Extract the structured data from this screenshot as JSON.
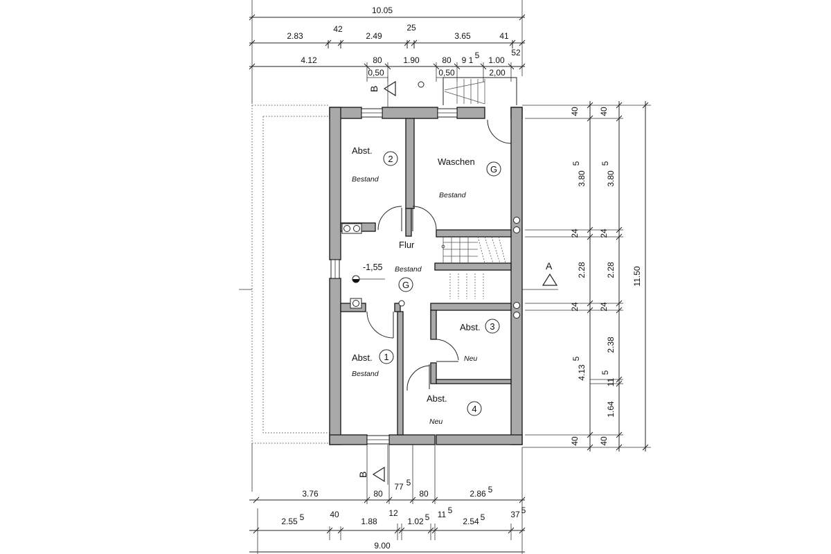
{
  "dimensions": {
    "top_overall": "10.05",
    "top_row1": [
      "2.83",
      "42",
      "2.49",
      "25",
      "3.65",
      "41"
    ],
    "top_row2": [
      "4.12",
      "80",
      "1.90",
      "80",
      "9 1",
      "5",
      "1.00",
      "52"
    ],
    "top_sub": [
      "0,50",
      "0,50",
      "2,00"
    ],
    "bottom_row1": [
      "3.76",
      "80",
      "77",
      "5",
      "80",
      "2.86",
      "5"
    ],
    "bottom_row2": [
      "2.55",
      "5",
      "40",
      "1.88",
      "12",
      "1.02",
      "5",
      "11",
      "5",
      "2.54",
      "5",
      "37",
      "5"
    ],
    "bottom_overall": "9.00",
    "right_inner": [
      "40",
      "3.80",
      "5",
      "24",
      "2.28",
      "24",
      "4.13",
      "5",
      "40"
    ],
    "right_middle": [
      "40",
      "3.80",
      "5",
      "24",
      "2.28",
      "24",
      "2.38",
      "11",
      "5",
      "1.64",
      "40"
    ],
    "right_overall": "11.50"
  },
  "rooms": {
    "abst2": {
      "name": "Abst.",
      "number": "2",
      "status": "Bestand"
    },
    "waschen": {
      "name": "Waschen",
      "number": "G",
      "status": "Bestand"
    },
    "flur": {
      "name": "Flur",
      "number": "G",
      "status": "Bestand",
      "level": "-1,55"
    },
    "abst3": {
      "name": "Abst.",
      "number": "3",
      "status": "Neu"
    },
    "abst1": {
      "name": "Abst.",
      "number": "1",
      "status": "Bestand"
    },
    "abst4": {
      "name": "Abst.",
      "number": "4",
      "status": "Neu"
    }
  },
  "sections": {
    "b_top": "B",
    "b_bottom": "B",
    "a_right": "A"
  }
}
